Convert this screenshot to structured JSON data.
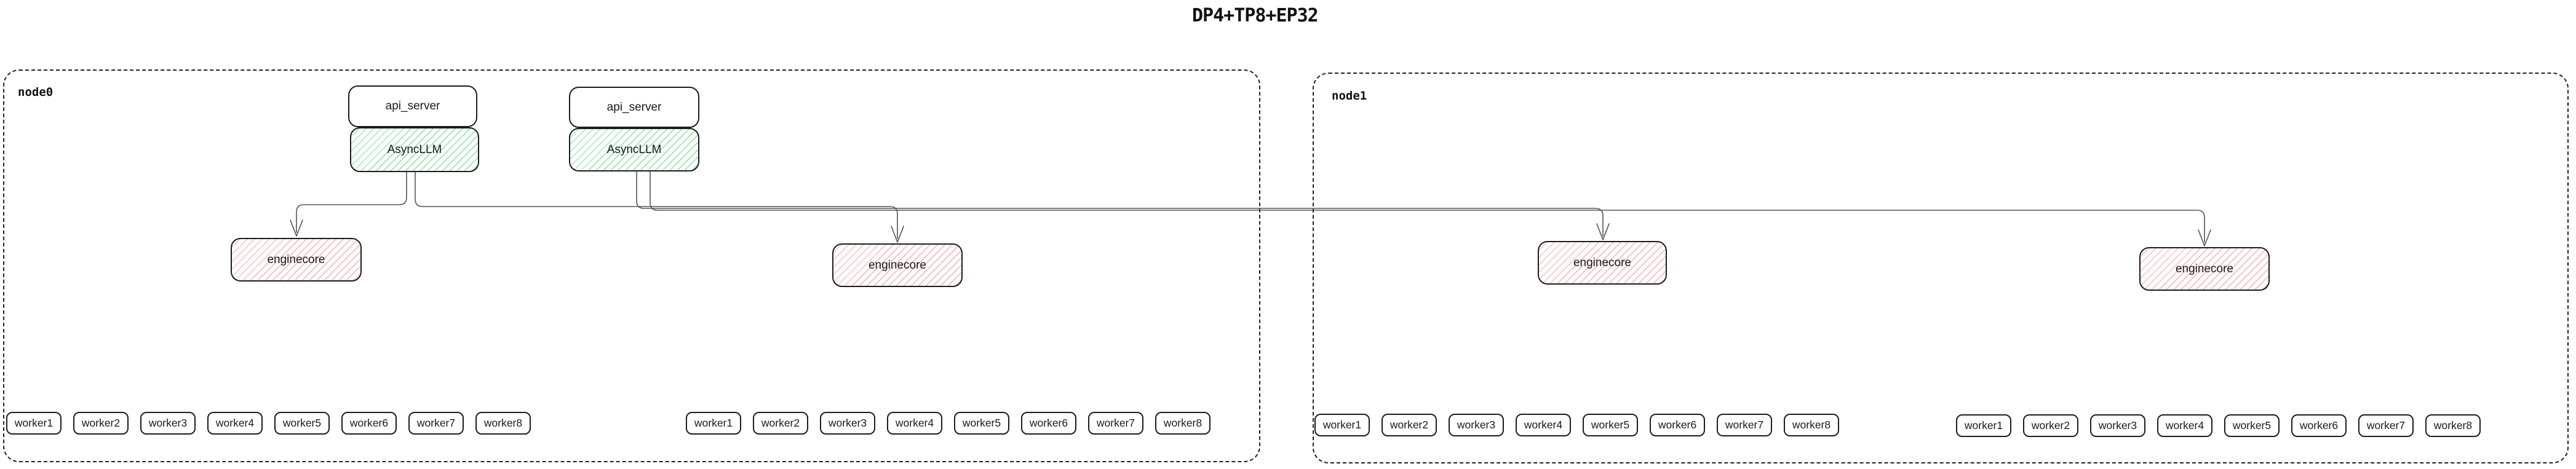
{
  "title": "DP4+TP8+EP32",
  "colors": {
    "box_border": "#1c1c1c",
    "edge": "#555555",
    "asyncllm_hatch": "#89e2a2",
    "enginecore_hatch": "#f4b2b2"
  },
  "nodes": [
    {
      "label": "node0",
      "api_server_pairs": [
        {
          "api_server": "api_server",
          "asyncllm": "AsyncLLM"
        },
        {
          "api_server": "api_server",
          "asyncllm": "AsyncLLM"
        }
      ],
      "enginecores": [
        "enginecore",
        "enginecore"
      ],
      "worker_groups": [
        [
          "worker1",
          "worker2",
          "worker3",
          "worker4",
          "worker5",
          "worker6",
          "worker7",
          "worker8"
        ],
        [
          "worker1",
          "worker2",
          "worker3",
          "worker4",
          "worker5",
          "worker6",
          "worker7",
          "worker8"
        ]
      ]
    },
    {
      "label": "node1",
      "api_server_pairs": [],
      "enginecores": [
        "enginecore",
        "enginecore"
      ],
      "worker_groups": [
        [
          "worker1",
          "worker2",
          "worker3",
          "worker4",
          "worker5",
          "worker6",
          "worker7",
          "worker8"
        ],
        [
          "worker1",
          "worker2",
          "worker3",
          "worker4",
          "worker5",
          "worker6",
          "worker7",
          "worker8"
        ]
      ]
    }
  ]
}
